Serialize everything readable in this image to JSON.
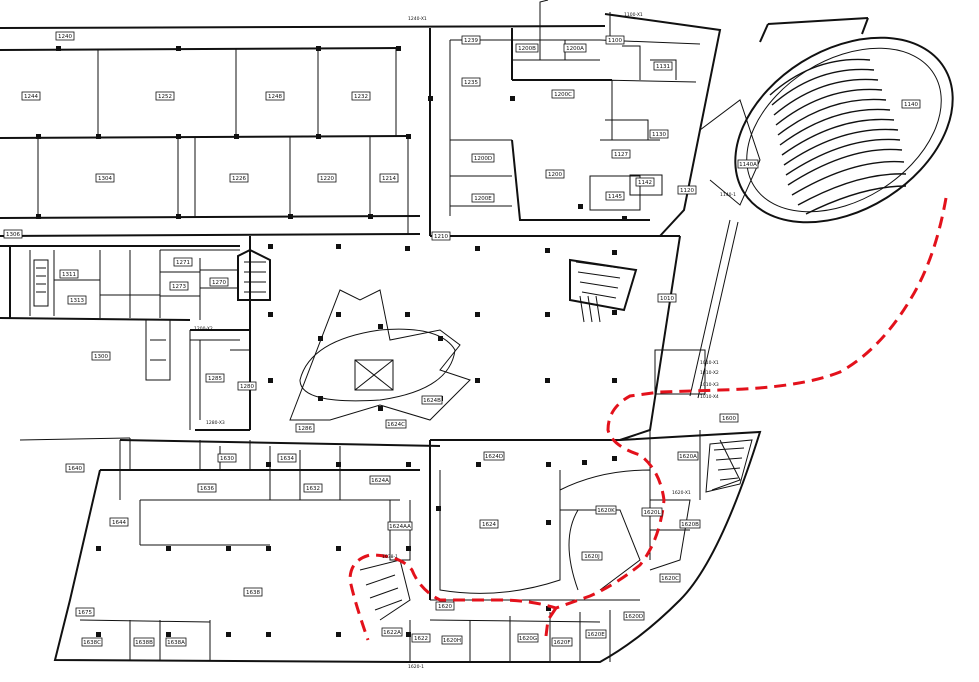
{
  "map": {
    "route_color": "#e3111b",
    "line_color": "#111111",
    "rooms": [
      {
        "id": "r1240",
        "label": "1240"
      },
      {
        "id": "r1244",
        "label": "1244"
      },
      {
        "id": "r1252",
        "label": "1252"
      },
      {
        "id": "r1248",
        "label": "1248"
      },
      {
        "id": "r1232",
        "label": "1232"
      },
      {
        "id": "r1304",
        "label": "1304"
      },
      {
        "id": "r1226",
        "label": "1226"
      },
      {
        "id": "r1220",
        "label": "1220"
      },
      {
        "id": "r1214",
        "label": "1214"
      },
      {
        "id": "r1306",
        "label": "1306"
      },
      {
        "id": "r1239",
        "label": "1239"
      },
      {
        "id": "r1235",
        "label": "1235"
      },
      {
        "id": "r1200B",
        "label": "1200B"
      },
      {
        "id": "r1200A",
        "label": "1200A"
      },
      {
        "id": "r1200C",
        "label": "1200C"
      },
      {
        "id": "r1200D",
        "label": "1200D"
      },
      {
        "id": "r1200E",
        "label": "1200E"
      },
      {
        "id": "r1200",
        "label": "1200"
      },
      {
        "id": "r1100",
        "label": "1100"
      },
      {
        "id": "r1131",
        "label": "1131"
      },
      {
        "id": "r1130",
        "label": "1130"
      },
      {
        "id": "r1127",
        "label": "1127"
      },
      {
        "id": "r1145",
        "label": "1145"
      },
      {
        "id": "r1142",
        "label": "1142"
      },
      {
        "id": "r1120",
        "label": "1120"
      },
      {
        "id": "r1140",
        "label": "1140"
      },
      {
        "id": "r1140A",
        "label": "1140A"
      },
      {
        "id": "r1210",
        "label": "1210"
      },
      {
        "id": "r1271",
        "label": "1271"
      },
      {
        "id": "r1273",
        "label": "1273"
      },
      {
        "id": "r1270",
        "label": "1270"
      },
      {
        "id": "r1311",
        "label": "1311"
      },
      {
        "id": "r1313",
        "label": "1313"
      },
      {
        "id": "r1300",
        "label": "1300"
      },
      {
        "id": "r1285",
        "label": "1285"
      },
      {
        "id": "r1280",
        "label": "1280"
      },
      {
        "id": "r1286",
        "label": "1286"
      },
      {
        "id": "r1010",
        "label": "1010"
      },
      {
        "id": "r1600",
        "label": "1600"
      },
      {
        "id": "r1620A",
        "label": "1620A"
      },
      {
        "id": "r1624B",
        "label": "1624B"
      },
      {
        "id": "r1624C",
        "label": "1624C"
      },
      {
        "id": "r1624D",
        "label": "1624D"
      },
      {
        "id": "r1624A",
        "label": "1624A"
      },
      {
        "id": "r1624AA",
        "label": "1624AA"
      },
      {
        "id": "r1624",
        "label": "1624"
      },
      {
        "id": "r1620",
        "label": "1620"
      },
      {
        "id": "r1620B",
        "label": "1620B"
      },
      {
        "id": "r1620C",
        "label": "1620C"
      },
      {
        "id": "r1620D",
        "label": "1620D"
      },
      {
        "id": "r1620E",
        "label": "1620E"
      },
      {
        "id": "r1620F",
        "label": "1620F"
      },
      {
        "id": "r1620G",
        "label": "1620G"
      },
      {
        "id": "r1620H",
        "label": "1620H"
      },
      {
        "id": "r1620J",
        "label": "1620J"
      },
      {
        "id": "r1620K",
        "label": "1620K"
      },
      {
        "id": "r1620L",
        "label": "1620L"
      },
      {
        "id": "r1630",
        "label": "1630"
      },
      {
        "id": "r1632",
        "label": "1632"
      },
      {
        "id": "r1634",
        "label": "1634"
      },
      {
        "id": "r1636",
        "label": "1636"
      },
      {
        "id": "r1638",
        "label": "1638"
      },
      {
        "id": "r1638A",
        "label": "1638A"
      },
      {
        "id": "r1638B",
        "label": "1638B"
      },
      {
        "id": "r1638C",
        "label": "1638C"
      },
      {
        "id": "r1640",
        "label": "1640"
      },
      {
        "id": "r1644",
        "label": "1644"
      },
      {
        "id": "r1675",
        "label": "1675"
      },
      {
        "id": "r1622",
        "label": "1622"
      },
      {
        "id": "r1622A",
        "label": "1622A"
      }
    ],
    "door_tags": [
      {
        "id": "d1",
        "label": "1240-X1"
      },
      {
        "id": "d2",
        "label": "1100-X1"
      },
      {
        "id": "d3",
        "label": "1010-X1"
      },
      {
        "id": "d4",
        "label": "1010-X2"
      },
      {
        "id": "d5",
        "label": "1010-X3"
      },
      {
        "id": "d6",
        "label": "1010-X4"
      },
      {
        "id": "d7",
        "label": "1200-X2"
      },
      {
        "id": "d8",
        "label": "1280-X3"
      },
      {
        "id": "d9",
        "label": "1140-1"
      },
      {
        "id": "d10",
        "label": "1620-X1"
      },
      {
        "id": "d11",
        "label": "1638-1"
      },
      {
        "id": "d12",
        "label": "1620-1"
      }
    ]
  }
}
